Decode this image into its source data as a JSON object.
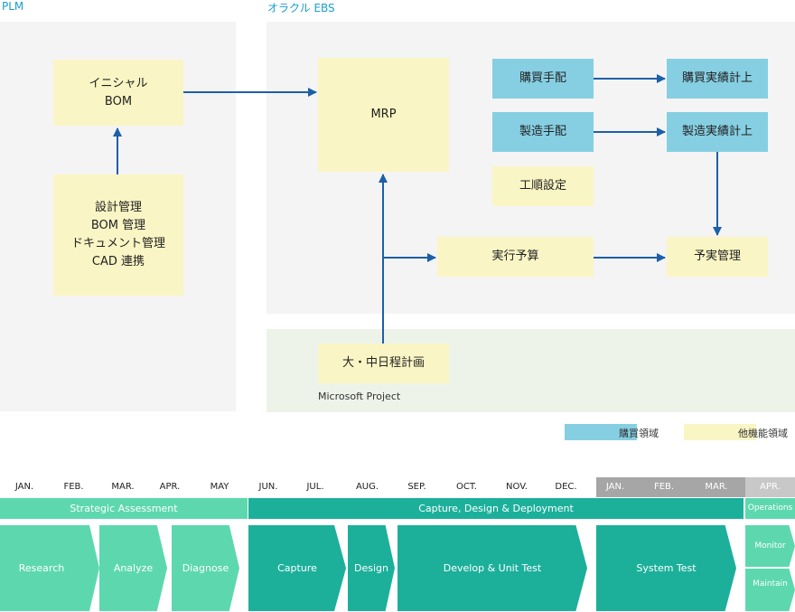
{
  "panels": {
    "plm_label": "PLM",
    "ebs_label": "オラクル EBS",
    "ms_project_label": "Microsoft Project"
  },
  "boxes": {
    "initial_bom": "イニシャル\nBOM",
    "plm_functions": "設計管理\nBOM 管理\nドキュメント管理\nCAD 連携",
    "mrp": "MRP",
    "purchase_order": "購買手配",
    "purchase_actual": "購買実績計上",
    "manufacturing_order": "製造手配",
    "manufacturing_actual": "製造実績計上",
    "routing": "工順設定",
    "budget": "実行予算",
    "budget_actual": "予実管理",
    "schedule": "大・中日程計画"
  },
  "legend": {
    "purchase_area": "購買領域",
    "other_area": "他機能領域"
  },
  "colors": {
    "panel_bg": "#f4f4f4",
    "ms_panel_bg": "#eef3ea",
    "yellow_box": "#faf5c4",
    "blue_box": "#86cfe3",
    "arrow": "#1d5fa8",
    "label_blue": "#1a9fd0",
    "green_light": "#5dd8ae",
    "teal": "#1cb09b",
    "gray_month": "#a6a6a6"
  },
  "timeline": {
    "months": [
      "JAN.",
      "FEB.",
      "MAR.",
      "APR.",
      "MAY",
      "JUN.",
      "JUL.",
      "AUG.",
      "SEP.",
      "OCT.",
      "NOV.",
      "DEC.",
      "JAN.",
      "FEB.",
      "MAR.",
      "APR."
    ],
    "phases": [
      "Strategic Assessment",
      "Capture, Design & Deployment",
      "Operations"
    ],
    "steps": [
      "Research",
      "Analyze",
      "Diagnose",
      "Capture",
      "Design",
      "Develop & Unit Test",
      "System Test"
    ],
    "operations_steps": [
      "Monitor",
      "Maintain"
    ]
  }
}
